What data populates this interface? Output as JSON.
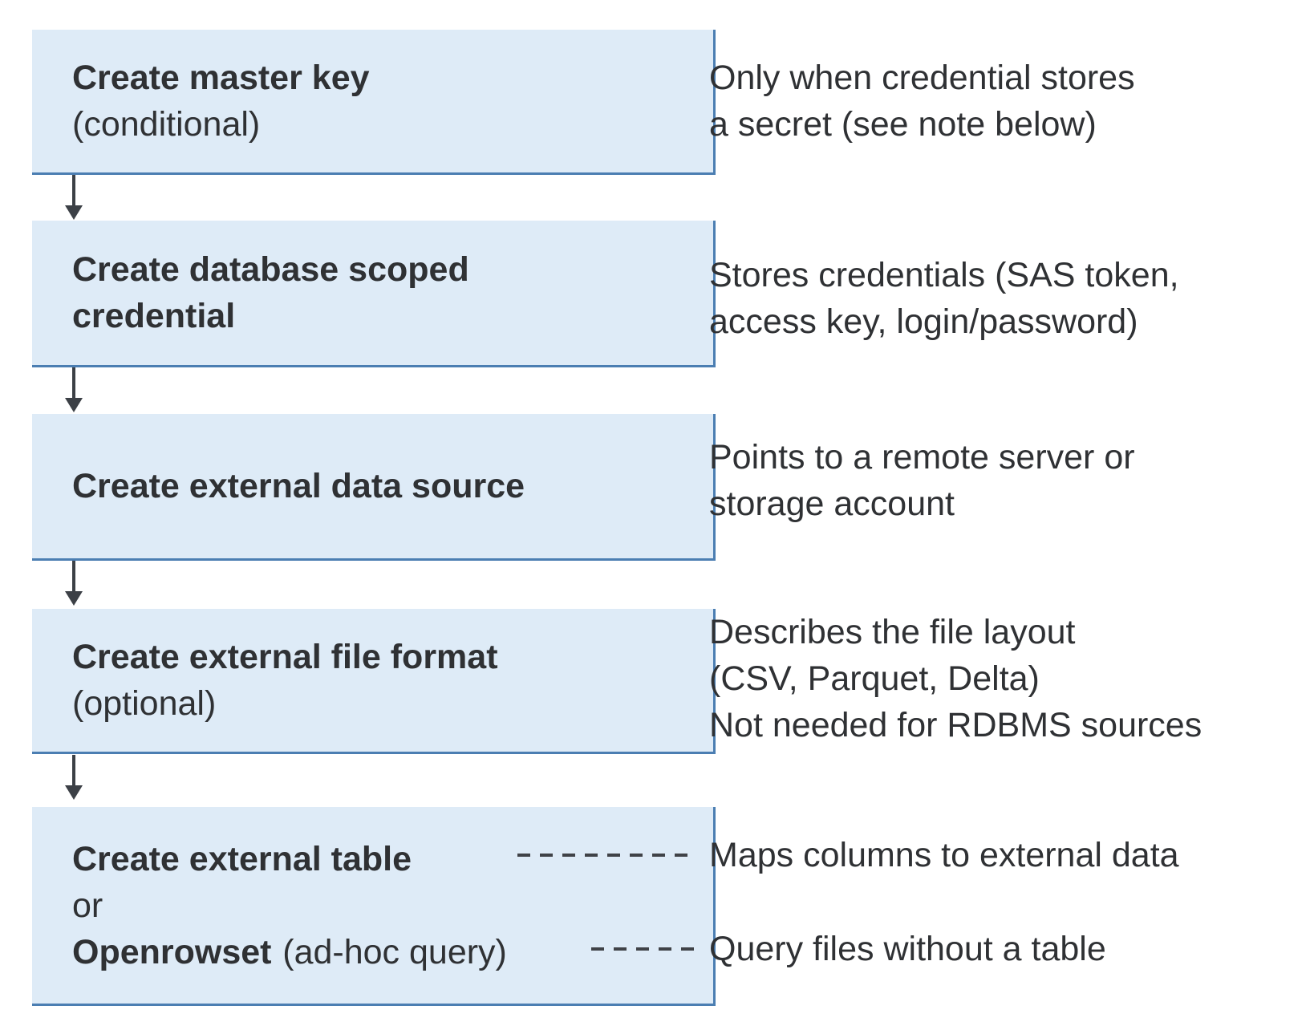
{
  "theme": {
    "page_bg": "#ffffff",
    "box_fill": "#deebf7",
    "box_border": "#4b7eb2",
    "arrow_color": "#3c4046",
    "text_color": "#2f3134",
    "dash_color": "#3f4247"
  },
  "steps": [
    {
      "title": "Create master key",
      "subtitle": "(conditional)",
      "note_lines": [
        "Only when credential stores",
        "a secret (see note below)"
      ]
    },
    {
      "title_lines": [
        "Create database scoped",
        "credential"
      ],
      "note_lines": [
        "Stores credentials (SAS token,",
        "access key, login/password)"
      ]
    },
    {
      "title": "Create external data source",
      "note_lines": [
        "Points to a remote server or",
        "storage account"
      ]
    },
    {
      "title": "Create external file format",
      "subtitle": "(optional)",
      "note_lines": [
        "Describes the file layout",
        "(CSV, Parquet, Delta)",
        "Not needed for RDBMS sources"
      ]
    },
    {
      "title": "Create external table",
      "or_label": "or",
      "alt_title": "Openrowset",
      "alt_suffix": "(ad-hoc query)",
      "note_table": "Maps columns to external data",
      "note_openrowset": "Query files without a table"
    }
  ]
}
